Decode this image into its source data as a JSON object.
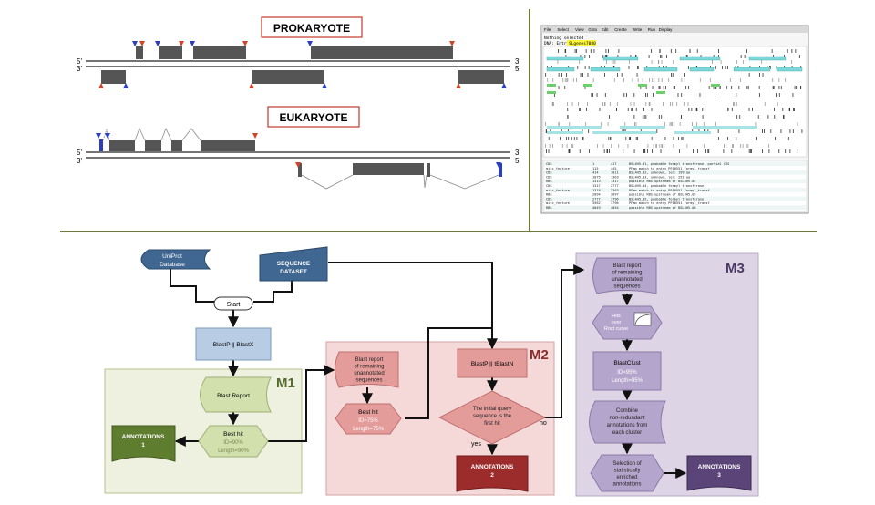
{
  "top_left": {
    "prokaryote_label": "PROKARYOTE",
    "eukaryote_label": "EUKARYOTE",
    "five_prime": "5'",
    "three_prime": "3'"
  },
  "genome_viewer": {
    "menu": [
      "File",
      "Select",
      "View",
      "Goto",
      "Edit",
      "Create",
      "Write",
      "Run",
      "Display"
    ],
    "status_line": "Nothing selected",
    "entry_label": "DNA: Entry:",
    "entry_value": "SLgenes7080",
    "table_rows": [
      {
        "name": "CDS",
        "start": "1",
        "end": "417",
        "desc": "BSL4H5.01, probable formyl transferase, partial CDS"
      },
      {
        "name": "misc_feature",
        "start": "115",
        "end": "445",
        "desc": "PFam match to entry PF00551 Formyl_transf"
      },
      {
        "name": "CDS",
        "start": "414",
        "end": "1011",
        "desc": "BSL4H5.02, unknown, len: 199 aa"
      },
      {
        "name": "CDS",
        "start": "1075",
        "end": "1363",
        "desc": "BSL4H5.03, unknown, len: 252 aa"
      },
      {
        "name": "RBS",
        "start": "1313",
        "end": "1317",
        "desc": "possible RBS upstream of BSL4H5.04"
      },
      {
        "name": "CDS",
        "start": "1317",
        "end": "2777",
        "desc": "BSL4H5.04, probable formyl transferase"
      },
      {
        "name": "misc_feature",
        "start": "1318",
        "end": "2303",
        "desc": "PFam match to entry PF00551 Formyl_transf"
      },
      {
        "name": "RBS",
        "start": "2094",
        "end": "2097",
        "desc": "possible RBS upstream of BSL4H5.05"
      },
      {
        "name": "CDS",
        "start": "2777",
        "end": "3796",
        "desc": "BSL4H5.05, probable formyl transferase"
      },
      {
        "name": "misc_feature",
        "start": "3562",
        "end": "3796",
        "desc": "PFam match to entry PF00551 Formyl_transf"
      },
      {
        "name": "RBS",
        "start": "4049",
        "end": "4054",
        "desc": "possible RBS upstream of BSL4H5.06"
      }
    ]
  },
  "flowchart": {
    "uniprot": "UniProt Database",
    "sequence_dataset": "SEQUENCE DATASET",
    "start": "Start",
    "blast1": "BlastP || BlastX",
    "m1_label": "M1",
    "m1_blast_report": "Blast Report",
    "m1_best_hit": "Best hit",
    "m1_best_hit_id": "ID=90%",
    "m1_best_hit_len": "Length=90%",
    "annotations1": "ANNOTATIONS 1",
    "m2_label": "M2",
    "m2_report": [
      "Blast report",
      "of remaining",
      "unannotated",
      "sequences"
    ],
    "m2_best_hit": "Best hit",
    "m2_best_hit_id": "ID=75%",
    "m2_best_hit_len": "Length=75%",
    "blast2": "BlastP || tBlastN",
    "decision": [
      "The initial query",
      "sequence is the",
      "first hit"
    ],
    "yes": "yes",
    "no": "no",
    "annotations2": "ANNOTATIONS 2",
    "m3_label": "M3",
    "m3_report": [
      "Blast report",
      "of remaining",
      "unannotated",
      "sequences"
    ],
    "m3_hits": [
      "Hits",
      "over",
      "Roct curve"
    ],
    "m3_blastclust": "BlastClust",
    "m3_blastclust_id": "ID=95%",
    "m3_blastclust_len": "Length=95%",
    "m3_combine": [
      "Combine",
      "non-redundant",
      "annotations from",
      "each cluster"
    ],
    "m3_select": [
      "Selection of",
      "statistically",
      "enriched",
      "annotations"
    ],
    "annotations3": "ANNOTATIONS 3"
  },
  "colors": {
    "m1_bg": "#eef1df",
    "m2_bg": "#f4d9d8",
    "m3_bg": "#ddd4e6",
    "uniprot_fill": "#3f6792",
    "blast_fill": "#b8cde4",
    "m1_node": "#d2e0ad",
    "m1_annot": "#5f7d2e",
    "m2_node": "#e49c9b",
    "m2_annot": "#9c2b2b",
    "m3_node": "#b4a5cc",
    "m3_annot": "#5b4478"
  }
}
